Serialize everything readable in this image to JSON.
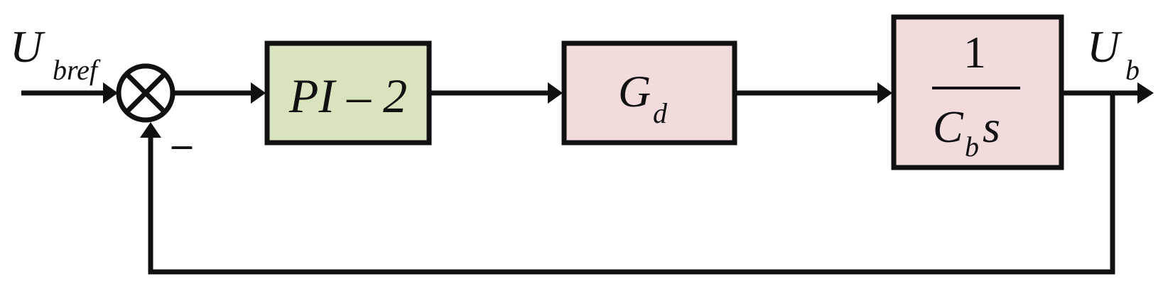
{
  "signals": {
    "input": {
      "base": "U",
      "sub": "bref"
    },
    "output": {
      "base": "U",
      "sub": "b"
    },
    "feedback_sign": "–"
  },
  "blocks": {
    "controller": {
      "label": "PI – 2"
    },
    "plant": {
      "base": "G",
      "sub": "d"
    },
    "integrator": {
      "numerator": "1",
      "den_base": "C",
      "den_sub": "b",
      "den_var": "s"
    }
  },
  "colors": {
    "line": "#111111",
    "controller_fill": "#d7e4bd",
    "plant_fill": "#f2dcdb",
    "integrator_fill": "#f2dcdb",
    "background": "#ffffff"
  },
  "icons": {
    "summing_junction": "circle-with-cross"
  }
}
